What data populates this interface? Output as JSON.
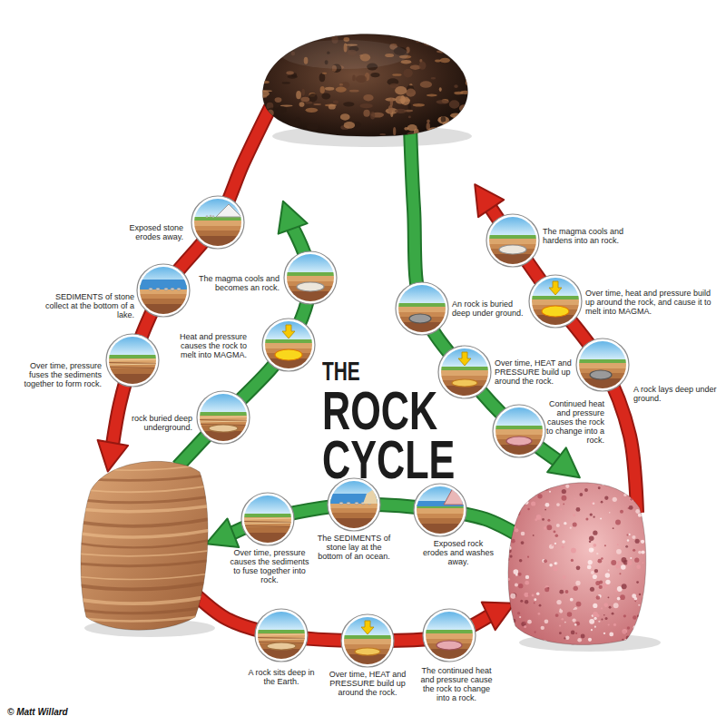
{
  "diagram": {
    "title": "THE ROCK CYCLE",
    "labels": [
      "Exposed stone erodes away.",
      "SEDIMENTS of stone collect at the bottom of a lake.",
      "Over time, pressure fuses the sediments together to form rock.",
      "The magma cools and becomes an rock.",
      "Heat and pressure causes the rock to melt into MAGMA.",
      "rock buried deep underground.",
      "An rock is buried deep under ground.",
      "Over time, HEAT and PRESSURE build up around the rock.",
      "Continued heat and pressure causes the rock to change into a rock.",
      "The magma cools and hardens into an rock.",
      "Over time, heat and pressure build up around the rock, and cause it to melt into MAGMA.",
      "A rock lays deep under ground.",
      "Exposed rock erodes and washes away.",
      "The SEDIMENTS of stone lay at the bottom of an ocean.",
      "Over time, pressure causes the sediments to fuse together into rock.",
      "A rock sits deep in the Earth.",
      "Over time, HEAT and PRESSURE build up around the rock.",
      "The continued heat and pressure cause the rock to change into a rock.",
      "© Matt Willard"
    ]
  }
}
